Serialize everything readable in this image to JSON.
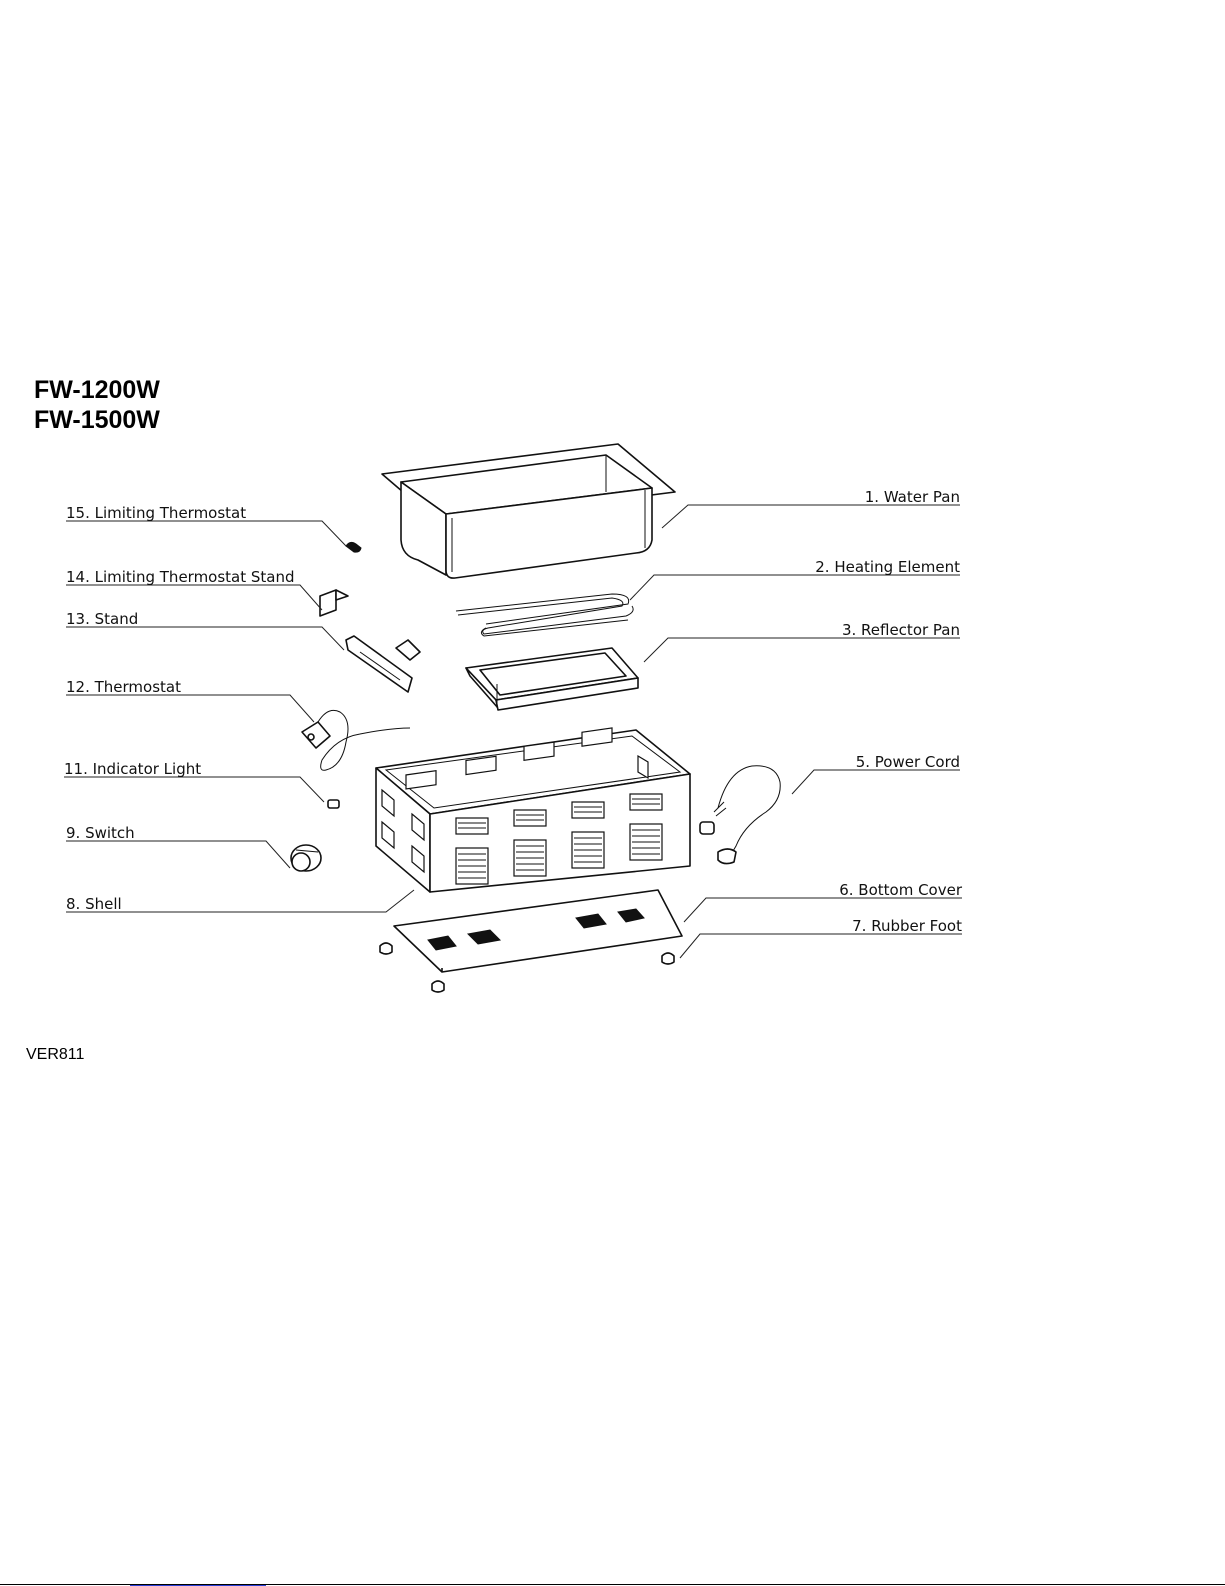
{
  "models": [
    "FW-1200W",
    "FW-1500W"
  ],
  "parts": [
    {
      "id": "water-pan",
      "label": "1. Water Pan"
    },
    {
      "id": "heating-element",
      "label": "2. Heating Element"
    },
    {
      "id": "reflector-pan",
      "label": "3. Reflector Pan"
    },
    {
      "id": "power-cord",
      "label": "5. Power Cord"
    },
    {
      "id": "bottom-cover",
      "label": "6. Bottom Cover"
    },
    {
      "id": "rubber-foot",
      "label": "7. Rubber Foot"
    },
    {
      "id": "shell",
      "label": "8. Shell"
    },
    {
      "id": "switch",
      "label": "9. Switch"
    },
    {
      "id": "indicator-light",
      "label": "11. Indicator Light"
    },
    {
      "id": "thermostat",
      "label": "12. Thermostat"
    },
    {
      "id": "stand",
      "label": "13. Stand"
    },
    {
      "id": "limiting-thermostat-stand",
      "label": "14. Limiting Thermostat Stand"
    },
    {
      "id": "limiting-thermostat",
      "label": "15. Limiting Thermostat"
    }
  ],
  "version": "VER811"
}
